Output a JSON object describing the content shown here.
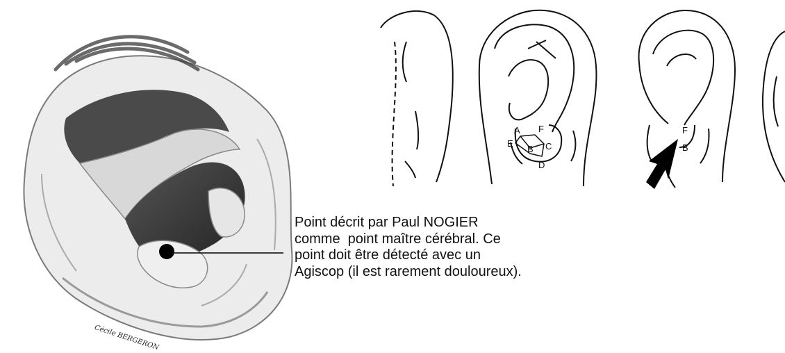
{
  "caption": {
    "lines": [
      "Point décrit par Paul NOGIER",
      "comme  point maître cérébral. Ce",
      "point doit être détecté avec un",
      "Agiscop (il est rarement douloureux)."
    ]
  },
  "signature": "Cécile BERGERON",
  "diagram_labels": {
    "ear2": [
      "A",
      "F",
      "E",
      "B",
      "C",
      "D"
    ],
    "ear3": [
      "F",
      "B"
    ]
  }
}
